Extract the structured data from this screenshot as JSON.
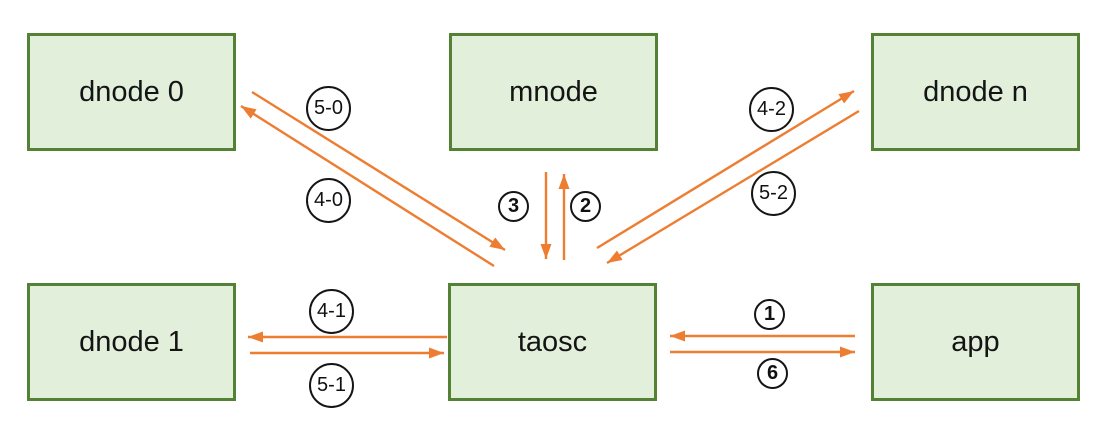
{
  "colors": {
    "node_fill": "#e2efda",
    "node_border": "#548235",
    "arrow": "#ed7d31",
    "badge_border": "#151515",
    "badge_fill": "#ffffff",
    "text": "#141414"
  },
  "nodes": {
    "dnode0": {
      "label": "dnode 0"
    },
    "mnode": {
      "label": "mnode"
    },
    "dnoden": {
      "label": "dnode n"
    },
    "dnode1": {
      "label": "dnode 1"
    },
    "taosc": {
      "label": "taosc"
    },
    "app": {
      "label": "app"
    }
  },
  "edges": {
    "1": {
      "label": "1",
      "from": "app",
      "to": "taosc",
      "badge": "circled-small"
    },
    "2": {
      "label": "2",
      "from": "taosc",
      "to": "mnode",
      "badge": "circled-small"
    },
    "3": {
      "label": "3",
      "from": "mnode",
      "to": "taosc",
      "badge": "circled-small"
    },
    "4-0": {
      "label": "4-0",
      "from": "taosc",
      "to": "dnode0",
      "badge": "circled-large"
    },
    "5-0": {
      "label": "5-0",
      "from": "dnode0",
      "to": "taosc",
      "badge": "circled-large"
    },
    "4-1": {
      "label": "4-1",
      "from": "taosc",
      "to": "dnode1",
      "badge": "circled-large"
    },
    "5-1": {
      "label": "5-1",
      "from": "dnode1",
      "to": "taosc",
      "badge": "circled-large"
    },
    "4-2": {
      "label": "4-2",
      "from": "taosc",
      "to": "dnoden",
      "badge": "circled-large"
    },
    "5-2": {
      "label": "5-2",
      "from": "dnoden",
      "to": "taosc",
      "badge": "circled-large"
    },
    "6": {
      "label": "6",
      "from": "taosc",
      "to": "app",
      "badge": "circled-small"
    }
  }
}
